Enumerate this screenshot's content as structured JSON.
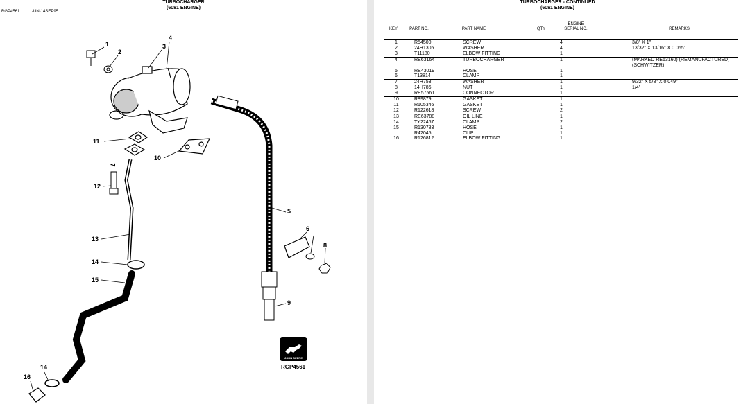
{
  "left_page": {
    "title": "TURBOCHARGER",
    "subtitle": "(6081 ENGINE)",
    "ref_code": "RGP4561",
    "date_code": "-UN-14SEP95",
    "callouts": [
      "1",
      "2",
      "3",
      "4",
      "5",
      "6",
      "7",
      "8",
      "9",
      "10",
      "11",
      "12",
      "13",
      "14",
      "15",
      "14",
      "16"
    ],
    "logo_text": "JOHN DEERE",
    "figure_code": "RGP4561"
  },
  "right_page": {
    "title": "TURBOCHARGER - CONTINUED",
    "subtitle": "(6081 ENGINE)",
    "columns": {
      "key": "KEY",
      "part_no": "PART NO.",
      "part_name": "PART NAME",
      "qty": "QTY",
      "engine": "ENGINE",
      "serial_no": "SERIAL NO.",
      "remarks": "REMARKS"
    },
    "rows": [
      {
        "key": "1",
        "part": "R54500",
        "name": "SCREW",
        "qty": "4",
        "remarks": "3/8\" X 1\""
      },
      {
        "key": "2",
        "part": "24H1305",
        "name": "WASHER",
        "qty": "4",
        "remarks": "13/32\" X 13/16\" X 0.065\""
      },
      {
        "key": "3",
        "part": "T11180",
        "name": "ELBOW FITTING",
        "qty": "1",
        "remarks": ""
      },
      {
        "key": "4",
        "part": "RE63164",
        "name": "TURBOCHARGER",
        "qty": "1",
        "remarks": "(MARKED RE63160) (REMANUFACTURED) (SCHWITZER)"
      },
      {
        "key": "5",
        "part": "RE43019",
        "name": "HOSE",
        "qty": "1",
        "remarks": ""
      },
      {
        "key": "6",
        "part": "T13814",
        "name": "CLAMP",
        "qty": "1",
        "remarks": ""
      },
      {
        "key": "7",
        "part": "24H753",
        "name": "WASHER",
        "qty": "1",
        "remarks": "9/32\" X 5/8\" X 0.049\""
      },
      {
        "key": "8",
        "part": "14H786",
        "name": "NUT",
        "qty": "1",
        "remarks": "1/4\""
      },
      {
        "key": "9",
        "part": "RE57561",
        "name": "CONNECTOR",
        "qty": "1",
        "remarks": ""
      },
      {
        "key": "10",
        "part": "R89879",
        "name": "GASKET",
        "qty": "1",
        "remarks": ""
      },
      {
        "key": "11",
        "part": "R105346",
        "name": "GASKET",
        "qty": "1",
        "remarks": ""
      },
      {
        "key": "12",
        "part": "R122618",
        "name": "SCREW",
        "qty": "2",
        "remarks": ""
      },
      {
        "key": "13",
        "part": "RE63788",
        "name": "OIL LINE",
        "qty": "1",
        "remarks": ""
      },
      {
        "key": "14",
        "part": "TY22467",
        "name": "CLAMP",
        "qty": "2",
        "remarks": ""
      },
      {
        "key": "15",
        "part": "R130783",
        "name": "HOSE",
        "qty": "1",
        "remarks": ""
      },
      {
        "key": "",
        "part": "R42045",
        "name": "CLIP",
        "qty": "1",
        "remarks": ""
      },
      {
        "key": "16",
        "part": "R126812",
        "name": "ELBOW FITTING",
        "qty": "1",
        "remarks": ""
      }
    ]
  }
}
